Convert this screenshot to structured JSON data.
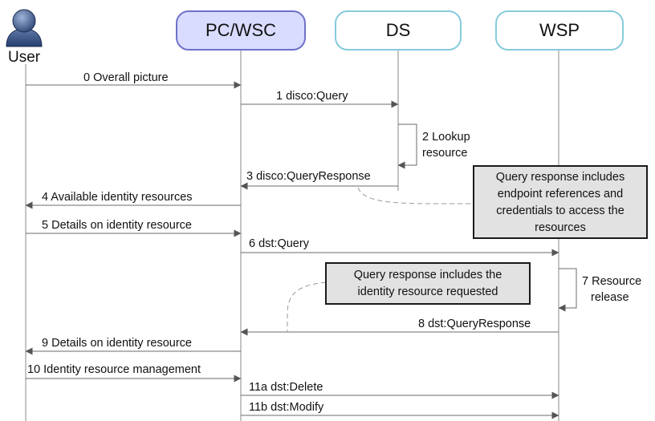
{
  "user": {
    "label": "User"
  },
  "actors": [
    {
      "id": "pcwsc",
      "label": "PC/WSC",
      "fill": "#d9dcff",
      "stroke": "#6f72c8"
    },
    {
      "id": "ds",
      "label": "DS",
      "fill": "#ffffff",
      "stroke": "#86cbdc"
    },
    {
      "id": "wsp",
      "label": "WSP",
      "fill": "#ffffff",
      "stroke": "#86cbdc"
    }
  ],
  "messages": [
    {
      "id": "m0",
      "from": "user",
      "to": "pcwsc",
      "label": "0 Overall picture"
    },
    {
      "id": "m1",
      "from": "pcwsc",
      "to": "ds",
      "label": "1 disco:Query"
    },
    {
      "id": "m2",
      "self": "ds",
      "lines": [
        "2 Lookup",
        "resource"
      ]
    },
    {
      "id": "m3",
      "from": "ds",
      "to": "pcwsc",
      "label": "3 disco:QueryResponse"
    },
    {
      "id": "m4",
      "from": "pcwsc",
      "to": "user",
      "label": "4 Available identity resources"
    },
    {
      "id": "m5",
      "from": "user",
      "to": "pcwsc",
      "label": "5 Details on identity resource"
    },
    {
      "id": "m6",
      "from": "pcwsc",
      "to": "wsp",
      "label": "6 dst:Query"
    },
    {
      "id": "m7",
      "self": "wsp",
      "lines": [
        "7 Resource",
        "release"
      ]
    },
    {
      "id": "m8",
      "from": "wsp",
      "to": "pcwsc",
      "label": "8 dst:QueryResponse"
    },
    {
      "id": "m9",
      "from": "pcwsc",
      "to": "user",
      "label": "9 Details on identity resource"
    },
    {
      "id": "m10",
      "from": "user",
      "to": "pcwsc",
      "label": "10 Identity resource management"
    },
    {
      "id": "m11a",
      "from": "pcwsc",
      "to": "wsp",
      "label": "11a dst:Delete"
    },
    {
      "id": "m11b",
      "from": "pcwsc",
      "to": "wsp",
      "label": "11b dst:Modify"
    }
  ],
  "notes": [
    {
      "id": "note1",
      "lines": [
        "Query response includes",
        "endpoint references and",
        "credentials to access the",
        "resources"
      ]
    },
    {
      "id": "note2",
      "lines": [
        "Query response includes the",
        "identity resource requested"
      ]
    }
  ],
  "colors": {
    "note_fill": "#e2e2e2",
    "note_stroke": "#1a1a1a",
    "user_icon": "#3f5a8a",
    "lifeline": "#8a8a8a"
  }
}
